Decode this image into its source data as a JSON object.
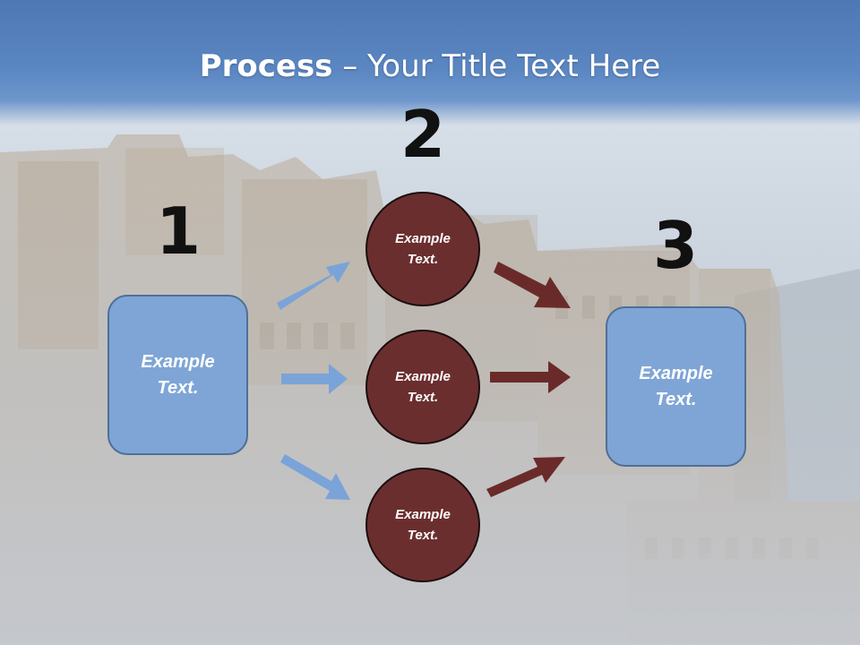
{
  "title": {
    "strong": "Process",
    "rest": " – Your Title Text Here"
  },
  "steps": {
    "one": "1",
    "two": "2",
    "three": "3"
  },
  "boxes": {
    "left": "Example\nText.",
    "right": "Example\nText."
  },
  "circles": {
    "top": "Example\nText.",
    "middle": "Example\nText.",
    "bottom": "Example\nText."
  },
  "colors": {
    "header": "#5a86c2",
    "box_fill": "#7fa5d6",
    "circle_fill": "#6b2e2f",
    "blue_arrow": "#7aa3d8",
    "red_arrow": "#6b2a2a"
  }
}
